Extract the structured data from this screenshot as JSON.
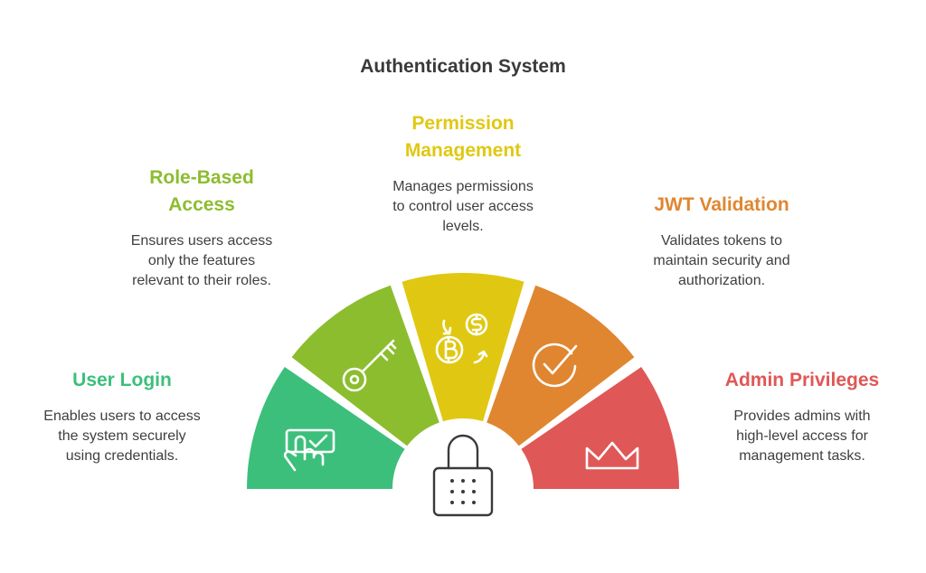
{
  "title": "Authentication System",
  "segments": [
    {
      "id": "user-login",
      "heading": "User Login",
      "description": "Enables users to access\nthe system securely\nusing credentials.",
      "color": "#3dbf7c",
      "icon": "touch-checkbox-icon"
    },
    {
      "id": "role-based-access",
      "heading": "Role-Based\nAccess",
      "description": "Ensures users access\nonly the features\nrelevant to their roles.",
      "color": "#8cbd2e",
      "icon": "key-icon"
    },
    {
      "id": "permission-management",
      "heading": "Permission\nManagement",
      "description": "Manages permissions\nto control user access\nlevels.",
      "color": "#e0c812",
      "icon": "currency-exchange-icon"
    },
    {
      "id": "jwt-validation",
      "heading": "JWT Validation",
      "description": "Validates tokens to\nmaintain security and\nauthorization.",
      "color": "#e08630",
      "icon": "check-circle-icon"
    },
    {
      "id": "admin-privileges",
      "heading": "Admin Privileges",
      "description": "Provides admins with\nhigh-level access for\nmanagement tasks.",
      "color": "#e05757",
      "icon": "crown-icon"
    }
  ],
  "center_icon": "padlock-icon"
}
